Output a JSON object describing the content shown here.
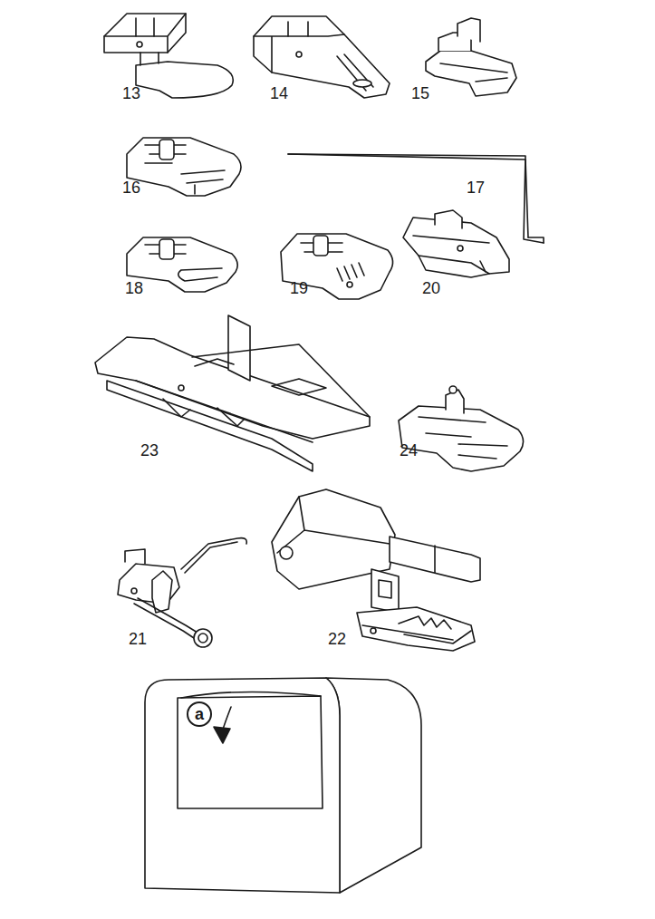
{
  "diagram": {
    "nodes": [
      {
        "text": [
          "a"
        ]
      }
    ],
    "labels": [
      "13",
      "14",
      "15",
      "16",
      "17",
      "18",
      "19",
      "20",
      "23",
      "24",
      "21",
      "22"
    ]
  }
}
